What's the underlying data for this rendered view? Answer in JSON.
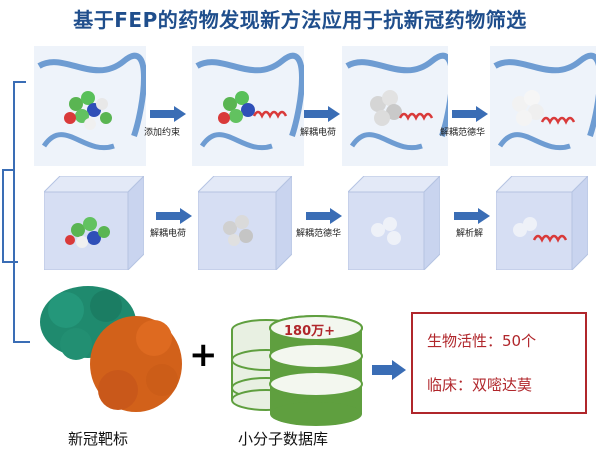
{
  "title": "基于FEP的药物发现新方法应用于抗新冠药物筛选",
  "row1": {
    "steps": [
      "添加约束",
      "解耦电荷",
      "解耦范德华"
    ]
  },
  "row2": {
    "steps": [
      "解耦电荷",
      "解耦范德华",
      "解析解"
    ]
  },
  "bottom": {
    "target_label": "新冠靶标",
    "db_count": "180万+",
    "db_label": "小分子数据库",
    "results": [
      "生物活性：50个",
      "临床：双嘧达莫"
    ]
  },
  "colors": {
    "title": "#1f4e8c",
    "arrow": "#3a6db5",
    "accent_red": "#b0262b",
    "db_green": "#5f9f3f"
  }
}
